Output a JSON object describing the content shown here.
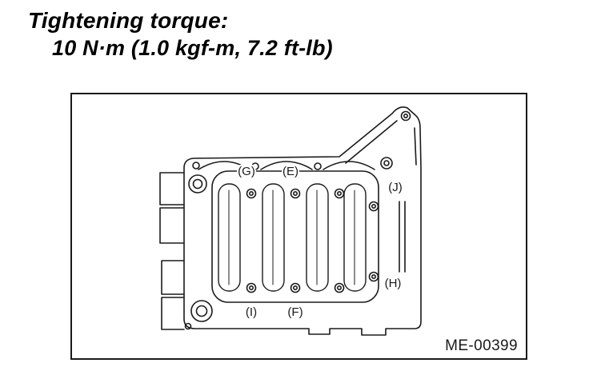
{
  "caption": {
    "line1": "Tightening torque:",
    "line2": "10 N·m (1.0 kgf-m, 7.2 ft-lb)"
  },
  "figure": {
    "code": "ME-00399",
    "labels": {
      "g": "(G)",
      "e": "(E)",
      "j": "(J)",
      "h": "(H)",
      "i": "(I)",
      "f": "(F)"
    }
  },
  "colors": {
    "ink": "#1a1a1a",
    "background": "#ffffff"
  }
}
